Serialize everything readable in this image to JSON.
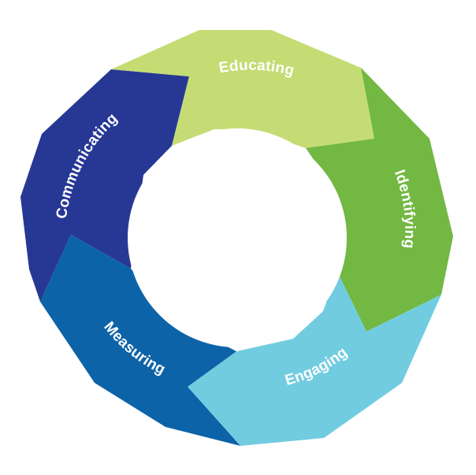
{
  "diagram": {
    "segments": [
      {
        "id": "educating",
        "label": "Educating",
        "color": "#c4dc73"
      },
      {
        "id": "identifying",
        "label": "Identifying",
        "color": "#72b843"
      },
      {
        "id": "engaging",
        "label": "Engaging",
        "color": "#72cce0"
      },
      {
        "id": "measuring",
        "label": "Measuring",
        "color": "#0c63a8"
      },
      {
        "id": "communicating",
        "label": "Communicating",
        "color": "#263894"
      }
    ],
    "background": "#ffffff"
  }
}
